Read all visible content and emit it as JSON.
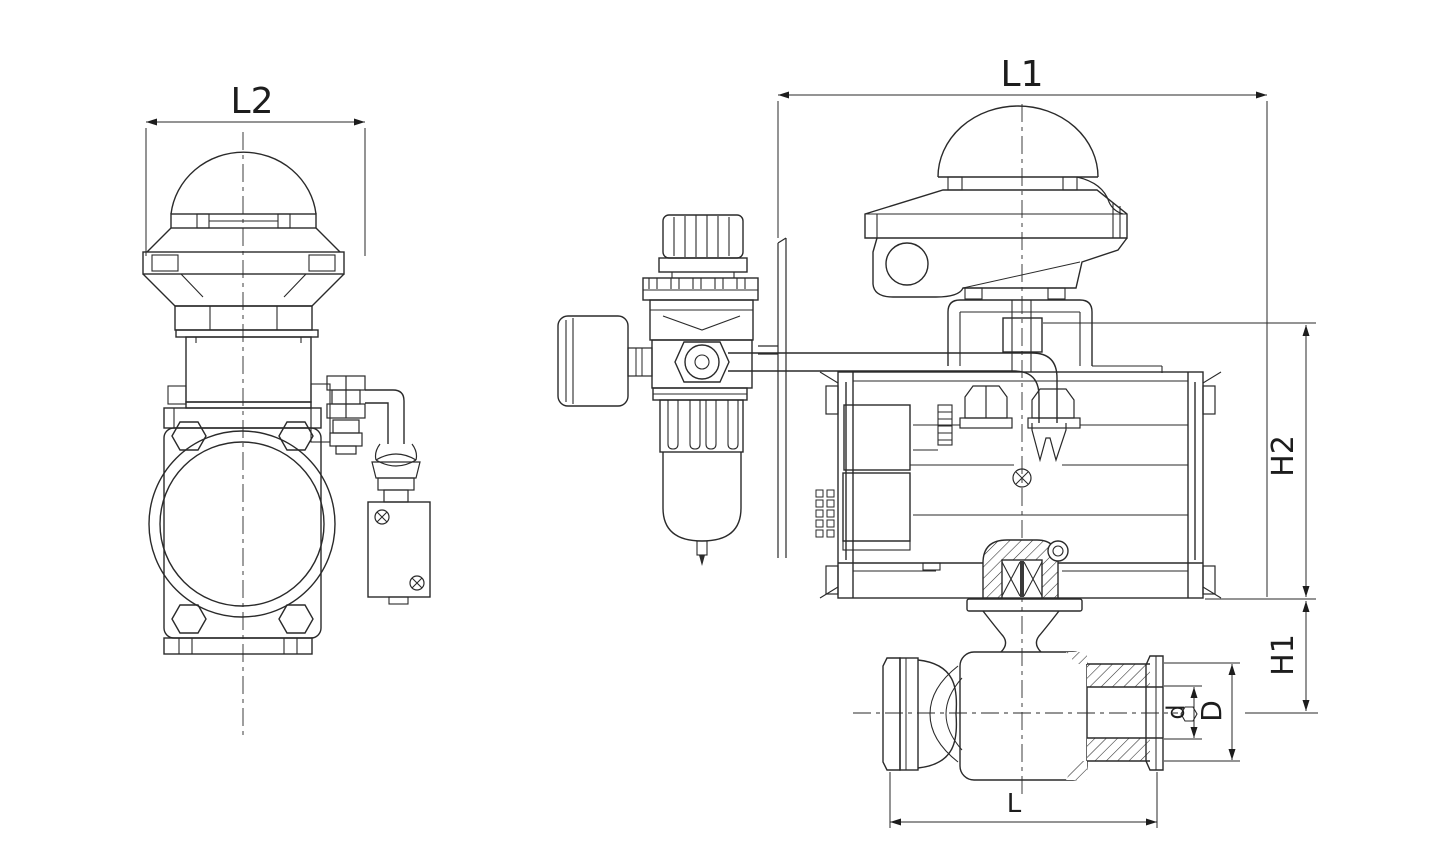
{
  "drawing": {
    "background_color": "#ffffff",
    "line_color": "#2a2a2a",
    "views": {
      "front_view": {
        "dims": {
          "L2": "L2"
        }
      },
      "side_view": {
        "dims": {
          "L1": "L1",
          "H2": "H2",
          "H1": "H1",
          "d": "d",
          "D": "D",
          "L": "L"
        }
      }
    }
  }
}
